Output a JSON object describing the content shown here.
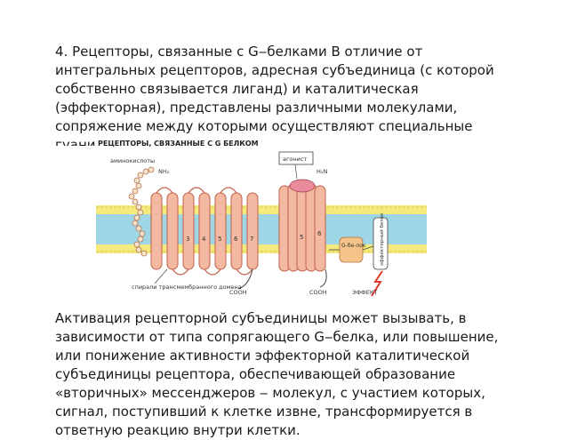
{
  "document": {
    "paragraph_1": "4. Рецепторы, связанные с G‒белками В отличие от интегральных рецепторов, адресная субъединица (с которой собственно связывается лиганд) и каталитическая (эффекторная), представлены различными молекулами, сопряжение между которыми осуществляют специальные гуанин-",
    "paragraph_2": "Активация рецепторной субъединицы может вызывать, в зависимости от типа сопрягающего G‒белка, или повышение, или понижение активности эффекторной каталитической субъединицы рецептора, обеспечивающей образование «вторичных» мессенджеров ‒ молекул, с участием которых, сигнал, поступивший к клетке извне, трансформируется в ответную реакцию внутри клетки."
  },
  "figure": {
    "title": "РЕЦЕПТОРЫ, СВЯЗАННЫЕ С G БЕЛКОМ",
    "label_amino": "аминокислоты",
    "label_nh2_left": "NH₂",
    "label_nh2_right": "H₂N",
    "label_agonist": "агонист",
    "label_cooh_left": "COOH",
    "label_cooh_right": "COOH",
    "label_spirals": "спирали трансмембранного домена",
    "label_gprotein": "G-бе-лок",
    "label_effector_protein": "эффекторный белок",
    "label_effect": "ЭФФЕКТ",
    "helix_numbers_left": [
      "3",
      "4",
      "5",
      "6",
      "7"
    ],
    "helix_numbers_right": [
      "5",
      "6"
    ],
    "colors": {
      "helix_fill": "#f3b9a3",
      "helix_stroke": "#c0604a",
      "membrane_yellow": "#f4e97c",
      "membrane_blue": "#9fd6e6",
      "agonist_fill": "#e98b9a",
      "gprotein_fill": "#f6c48b",
      "effect_arrow": "#e03a2a"
    }
  }
}
